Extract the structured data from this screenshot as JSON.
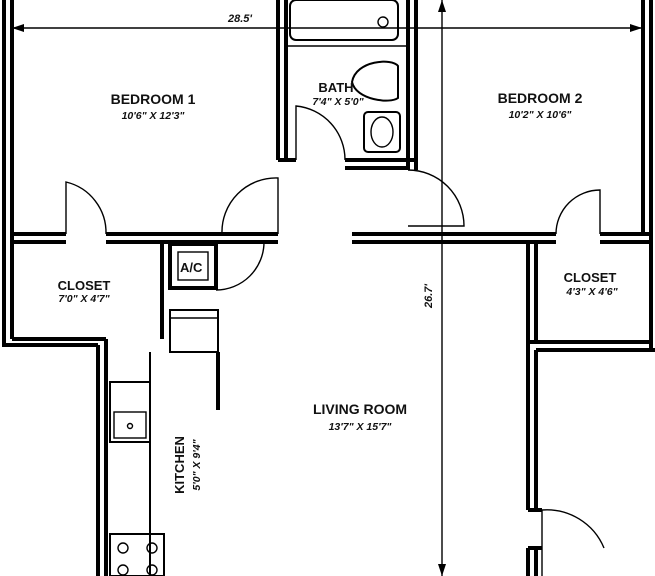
{
  "plan": {
    "rooms": [
      {
        "name": "BEDROOM 1",
        "dims": "10'6\" X 12'3\""
      },
      {
        "name": "BATH",
        "dims": "7'4\" X 5'0\""
      },
      {
        "name": "BEDROOM 2",
        "dims": "10'2\" X 10'6\""
      },
      {
        "name": "CLOSET",
        "dims": "7'0\" X 4'7\""
      },
      {
        "name": "CLOSET",
        "dims": "4'3\" X 4'6\""
      },
      {
        "name": "LIVING ROOM",
        "dims": "13'7\" X 15'7\""
      },
      {
        "name": "KITCHEN",
        "dims": "5'0\" X 9'4\""
      }
    ],
    "ac_label": "A/C",
    "overall_width": "28.5'",
    "overall_depth": "26.7'"
  }
}
